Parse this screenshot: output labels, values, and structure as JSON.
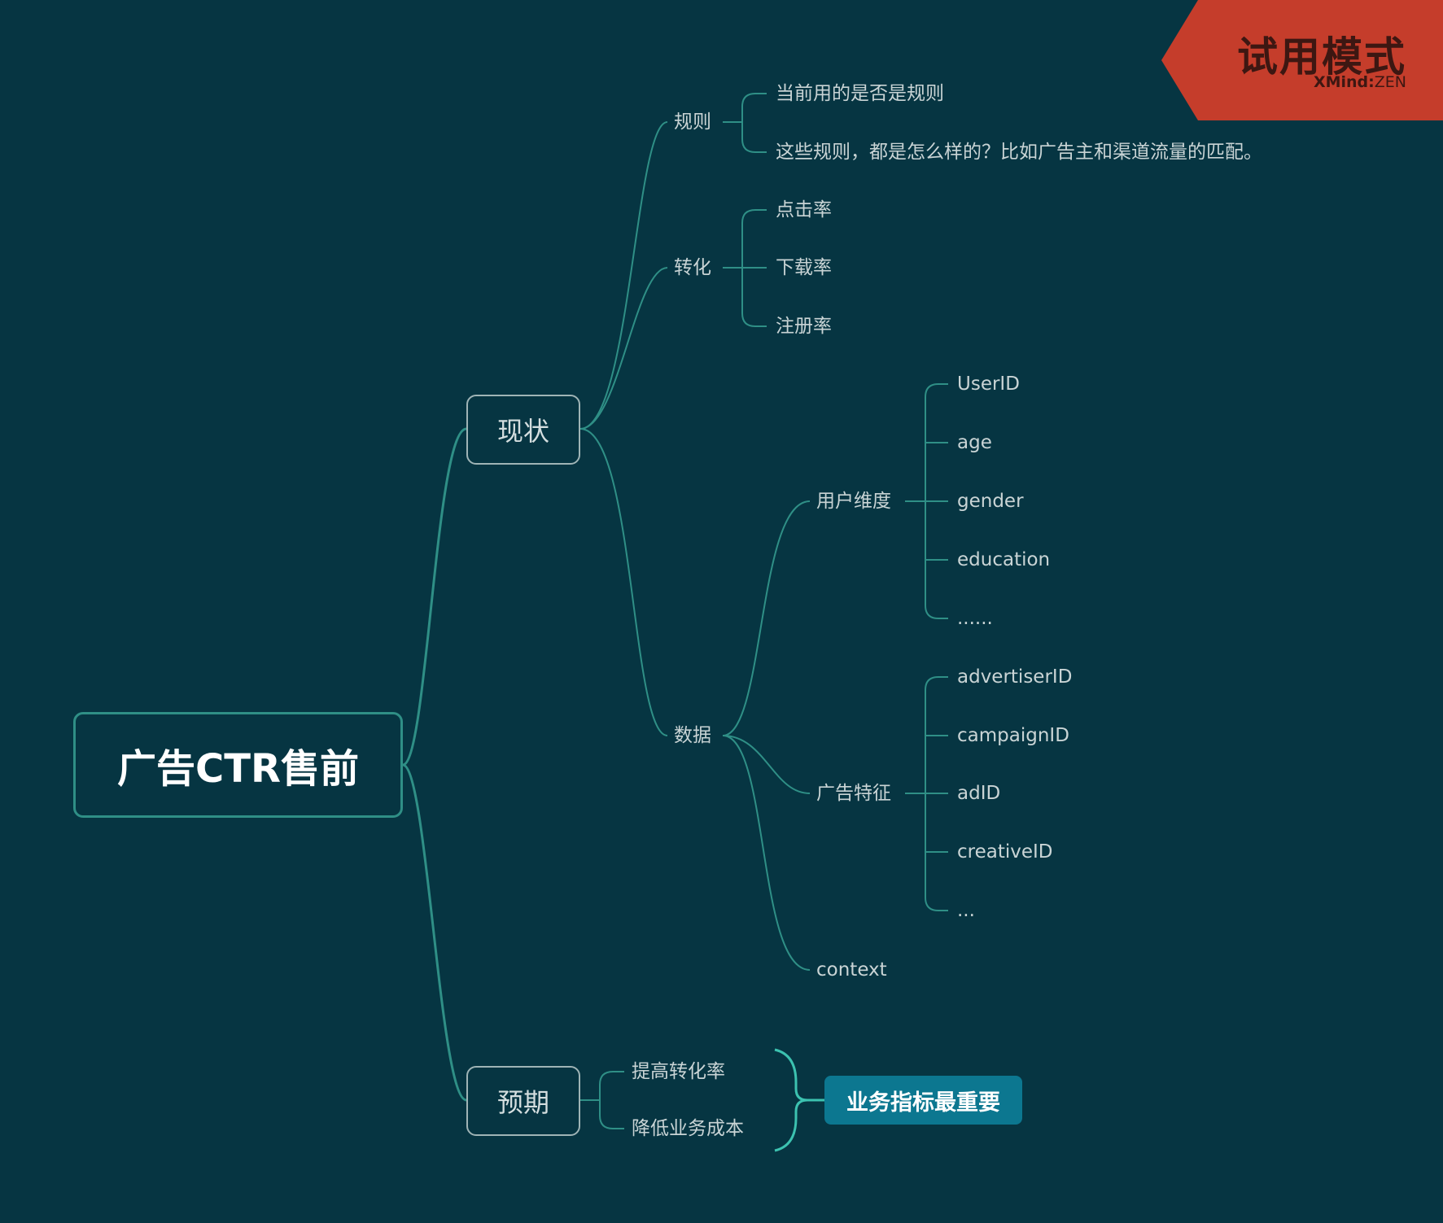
{
  "mindmap": {
    "central_topic": "广告CTR售前",
    "branches": {
      "xianzhuang": {
        "label": "现状",
        "guize": {
          "label": "规则",
          "items": [
            "当前用的是否是规则",
            "这些规则，都是怎么样的？比如广告主和渠道流量的匹配。"
          ]
        },
        "zhuanhua": {
          "label": "转化",
          "items": [
            "点击率",
            "下载率",
            "注册率"
          ]
        },
        "shuju": {
          "label": "数据",
          "user_dim": {
            "label": "用户维度",
            "items": [
              "UserID",
              "age",
              "gender",
              "education",
              "......"
            ]
          },
          "ad_feature": {
            "label": "广告特征",
            "items": [
              "advertiserID",
              "campaignID",
              "adID",
              "creativeID",
              "..."
            ]
          },
          "context": "context"
        }
      },
      "yuqi": {
        "label": "预期",
        "items": [
          "提高转化率",
          "降低业务成本"
        ],
        "summary": "业务指标最重要"
      }
    }
  },
  "watermark": {
    "title": "试用模式",
    "brand": "XMind",
    "separator": ":",
    "edition": "ZEN",
    "color": "#c53d2b"
  },
  "colors": {
    "background": "#063542",
    "connector": "#2f8f86",
    "summary_fill": "#0c7790"
  }
}
